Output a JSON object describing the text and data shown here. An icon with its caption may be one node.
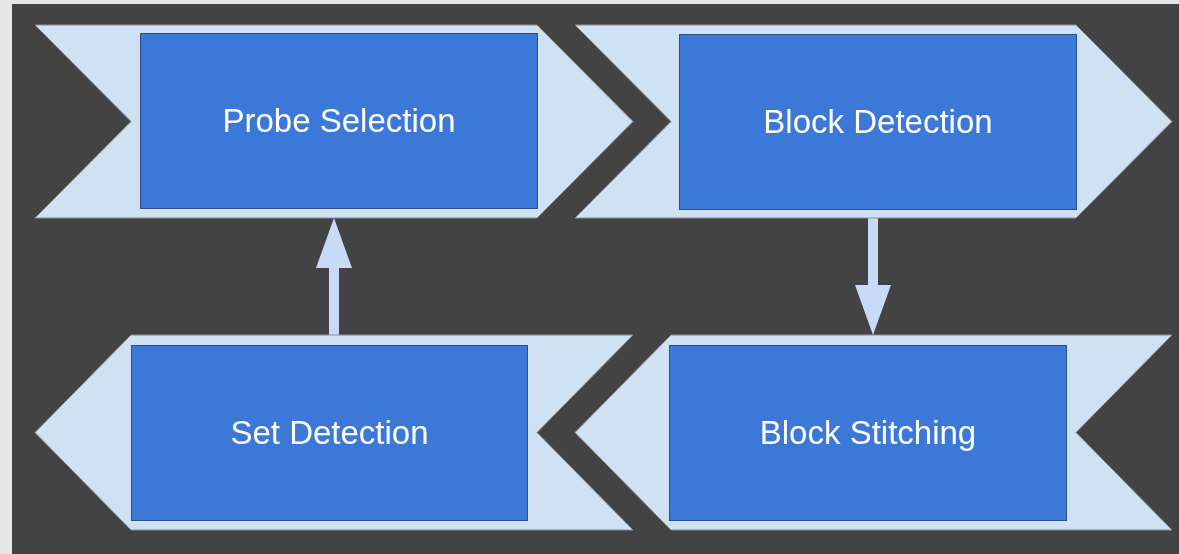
{
  "diagram": {
    "nodes": [
      {
        "text": [],
        "shape": "chevron"
      },
      {
        "text": [
          "Probe Selection"
        ],
        "in": 0
      },
      {
        "text": [],
        "shape": "chevron"
      },
      {
        "text": [
          "Block Detection"
        ],
        "in": 2
      },
      {
        "text": [],
        "shape": "chevron"
      },
      {
        "text": [
          "Set Detection"
        ],
        "in": 4
      },
      {
        "text": [],
        "shape": "chevron"
      },
      {
        "text": [
          "Block Stitching"
        ],
        "in": 6
      }
    ],
    "edges": [
      {
        "from": 4,
        "to": 0,
        "arrow": "to"
      },
      {
        "from": 2,
        "to": 6,
        "arrow": "to"
      }
    ]
  }
}
